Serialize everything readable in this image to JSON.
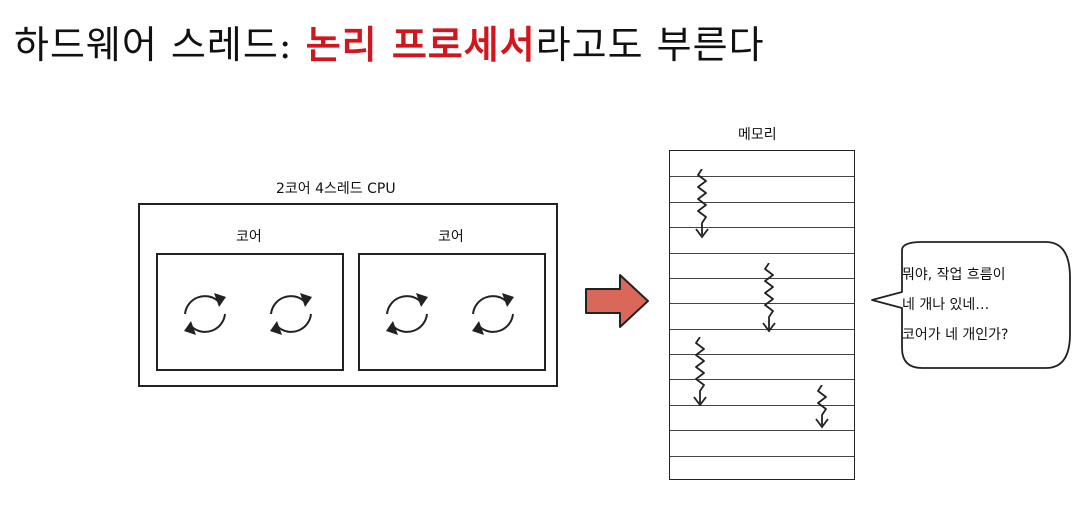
{
  "title": {
    "prefix": "하드웨어 스레드: ",
    "highlight": "논리 프로세서",
    "suffix": "라고도 부른다"
  },
  "cpu": {
    "label": "2코어 4스레드 CPU",
    "cores": [
      {
        "label": "코어"
      },
      {
        "label": "코어"
      }
    ]
  },
  "memory": {
    "label": "메모리",
    "row_count": 13
  },
  "speech_bubble": {
    "lines": [
      "뭐야, 작업 흐름이",
      "네 개나 있네…",
      "코어가 네 개인가?"
    ]
  },
  "colors": {
    "highlight": "#d0161e",
    "arrow": "#d9675a"
  }
}
